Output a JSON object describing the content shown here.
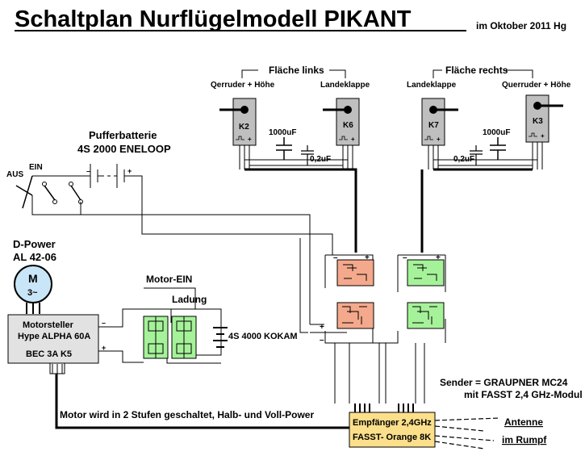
{
  "title": "Schaltplan  Nurflügelmodell  PIKANT",
  "date_note": "im Oktober 2011  Hg",
  "wing_left_label": "Fläche  links",
  "wing_right_label": "Fläche  rechts",
  "servos": {
    "k2": {
      "id": "K2",
      "function": "Qerruder + Höhe"
    },
    "k6": {
      "id": "K6",
      "function": "Landeklappe"
    },
    "k7": {
      "id": "K7",
      "function": "Landeklappe"
    },
    "k3": {
      "id": "K3",
      "function": "Querruder + Höhe"
    }
  },
  "capacitors": {
    "left_large": "1000uF",
    "left_small": "0,2uF",
    "right_large": "1000uF",
    "right_small": "0,2uF"
  },
  "switch": {
    "off": "AUS",
    "on": "EIN"
  },
  "buffer_battery": {
    "line1": "Pufferbatterie",
    "line2": "4S 2000 ENELOOP"
  },
  "motor": {
    "brand": "D-Power",
    "model": "AL 42-06",
    "symbol_m": "M",
    "symbol_phase": "3~"
  },
  "esc": {
    "line1": "Motorsteller",
    "line2": "Hype ALPHA 60A",
    "line3": "BEC 3A   K5"
  },
  "motor_switch_label": "Motor-EIN",
  "charge_label": "Ladung",
  "main_battery": "4S 4000 KOKAM",
  "polarity": {
    "minus": "–",
    "plus": "+"
  },
  "motor_note": "Motor wird in 2 Stufen geschaltet, Halb- und Voll-Power",
  "transmitter": {
    "line1": "Sender = GRAUPNER MC24",
    "line2": "mit FASST 2,4 GHz-Modul"
  },
  "receiver": {
    "line1": "Empfänger 2,4GHz",
    "line2": "FASST- Orange 8K"
  },
  "antenna": {
    "line1": "Antenne",
    "line2": "im Rumpf"
  },
  "colors": {
    "relay_red": "#f4a98c",
    "relay_green": "#a6f29a",
    "receiver_fill": "#fbdf8a",
    "servo_fill": "#bfbfbf",
    "esc_fill": "#e2e2e2",
    "motor_fill": "#c8e6f7",
    "wire": "#000000"
  }
}
